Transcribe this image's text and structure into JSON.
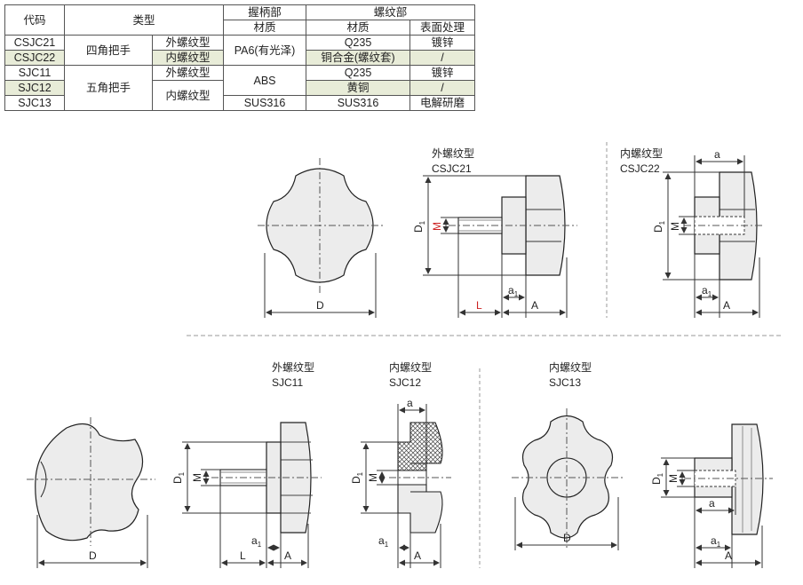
{
  "table": {
    "headers": {
      "code": "代码",
      "type": "类型",
      "grip": "握柄部",
      "thread": "螺纹部",
      "grip_material": "材质",
      "thread_material": "材质",
      "surface": "表面处理"
    },
    "cells": {
      "c1": "CSJC21",
      "c2": "CSJC22",
      "c3": "SJC11",
      "c4": "SJC12",
      "c5": "SJC13",
      "t4": "四角把手",
      "t5": "五角把手",
      "m_ext1": "外螺纹型",
      "m_int1": "内螺纹型",
      "m_ext2": "外螺纹型",
      "m_int2": "内螺纹型",
      "g1": "PA6(有光泽)",
      "g2": "ABS",
      "g3": "SUS316",
      "tm1": "Q235",
      "tm2": "铜合金(螺纹套)",
      "tm3": "Q235",
      "tm4": "黄铜",
      "tm5": "SUS316",
      "s1": "镀锌",
      "s2": "/",
      "s3": "镀锌",
      "s4": "/",
      "s5": "电解研磨"
    }
  },
  "colors": {
    "highlight_row": "#e8ecd8",
    "dimension_red": "#cc2222",
    "part_fill": "#ececec"
  },
  "drawings": {
    "csjc21": {
      "type": "外螺纹型",
      "code": "CSJC21"
    },
    "csjc22": {
      "type": "内螺纹型",
      "code": "CSJC22"
    },
    "sjc11": {
      "type": "外螺纹型",
      "code": "SJC11"
    },
    "sjc12": {
      "type": "内螺纹型",
      "code": "SJC12"
    },
    "sjc13": {
      "type": "内螺纹型",
      "code": "SJC13"
    },
    "labels": {
      "D": "D",
      "D1": "D",
      "D1_sub": "1",
      "M": "M",
      "L": "L",
      "A": "A",
      "a": "a",
      "a1": "a",
      "a1_sub": "1"
    }
  }
}
